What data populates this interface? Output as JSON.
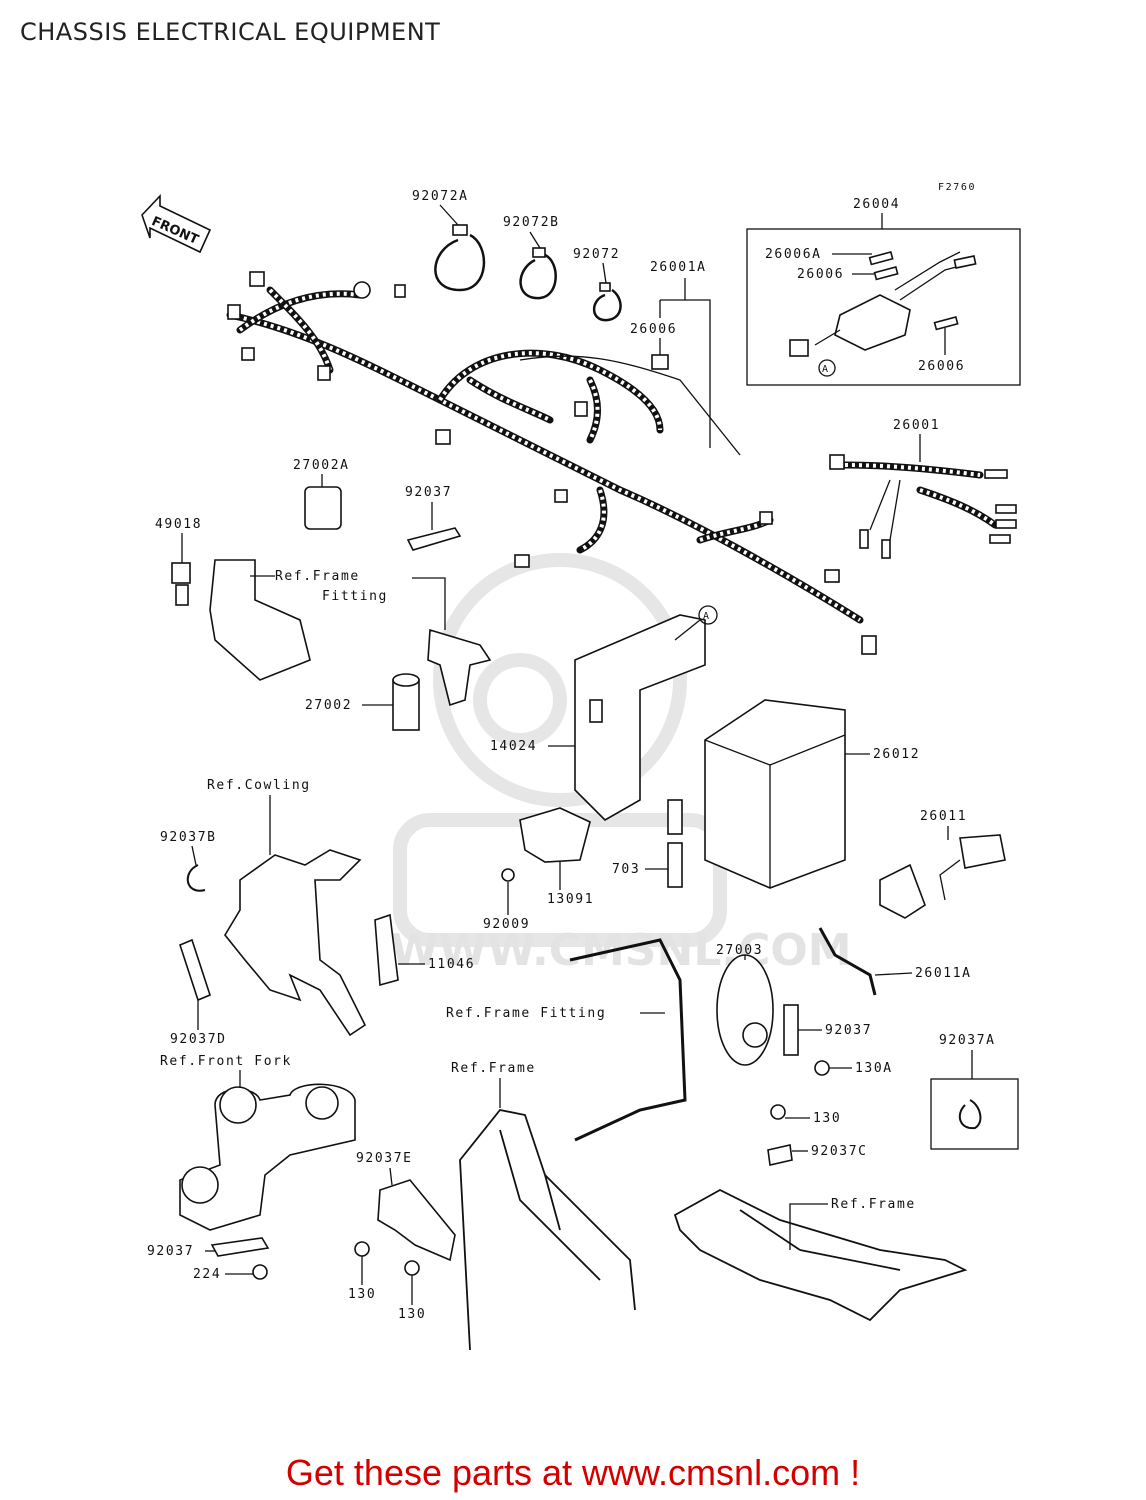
{
  "title": "CHASSIS ELECTRICAL EQUIPMENT",
  "figure_code": "F2760",
  "front_label": "FRONT",
  "watermark": "WWW.CMSNL.COM",
  "footer": "Get these parts at www.cmsnl.com !",
  "parts": {
    "p92072A": "92072A",
    "p92072B": "92072B",
    "p92072": "92072",
    "p26001A": "26001A",
    "p26006_harness": "26006",
    "p26004": "26004",
    "p26006A": "26006A",
    "p26006_a": "26006",
    "p26006_b": "26006",
    "p26001": "26001",
    "p27002A": "27002A",
    "p92037_top": "92037",
    "p49018": "49018",
    "ref_frame_fitting_a": "Ref.Frame",
    "ref_frame_fitting_b": "Fitting",
    "p27002": "27002",
    "p14024": "14024",
    "p26012": "26012",
    "ref_cowling": "Ref.Cowling",
    "p92037B": "92037B",
    "p26011": "26011",
    "p703": "703",
    "p13091": "13091",
    "p92009": "92009",
    "p11046": "11046",
    "p27003": "27003",
    "p26011A": "26011A",
    "p92037D": "92037D",
    "ref_frame_fitting2": "Ref.Frame Fitting",
    "p92037_horn": "92037",
    "p92037A": "92037A",
    "ref_front_fork": "Ref.Front Fork",
    "ref_frame_center": "Ref.Frame",
    "p130A": "130A",
    "p130_right": "130",
    "p92037C": "92037C",
    "p92037E": "92037E",
    "ref_frame_right": "Ref.Frame",
    "p92037_fork": "92037",
    "p224": "224",
    "p130_a": "130",
    "p130_b": "130"
  },
  "callout_letter": "A"
}
